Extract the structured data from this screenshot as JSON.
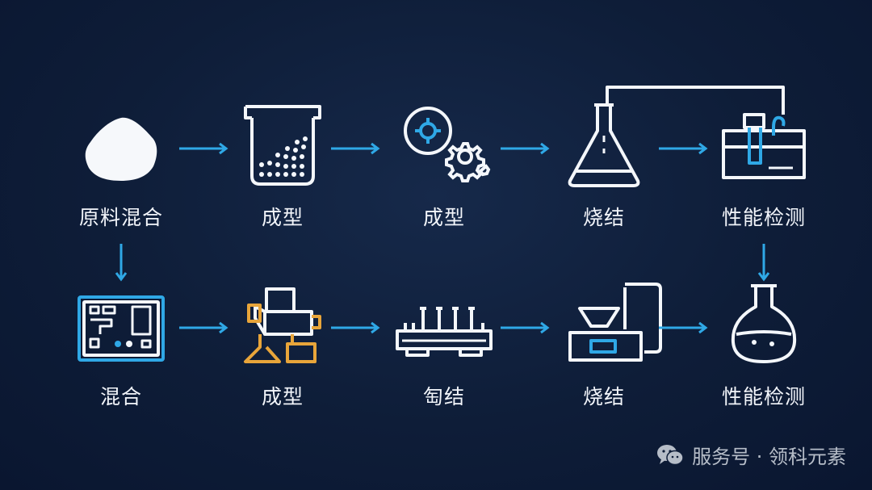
{
  "row1": [
    {
      "label": "原料混合",
      "icon": "powder-pile-icon"
    },
    {
      "label": "成型",
      "icon": "beaker-icon"
    },
    {
      "label": "成型",
      "icon": "gears-icon"
    },
    {
      "label": "烧结",
      "icon": "flask-icon"
    },
    {
      "label": "性能检测",
      "icon": "test-bath-icon"
    }
  ],
  "row2": [
    {
      "label": "混合",
      "icon": "control-panel-icon"
    },
    {
      "label": "成型",
      "icon": "press-machine-icon"
    },
    {
      "label": "匋结",
      "icon": "tube-rack-icon"
    },
    {
      "label": "烧结",
      "icon": "kiln-icon"
    },
    {
      "label": "性能检测",
      "icon": "round-flask-icon"
    }
  ],
  "watermark": "服务号 · 领科元素",
  "colors": {
    "accent": "#2fa8e6",
    "line": "#f4f7fb",
    "orange": "#e8a53a",
    "background": "#0e1d38"
  }
}
